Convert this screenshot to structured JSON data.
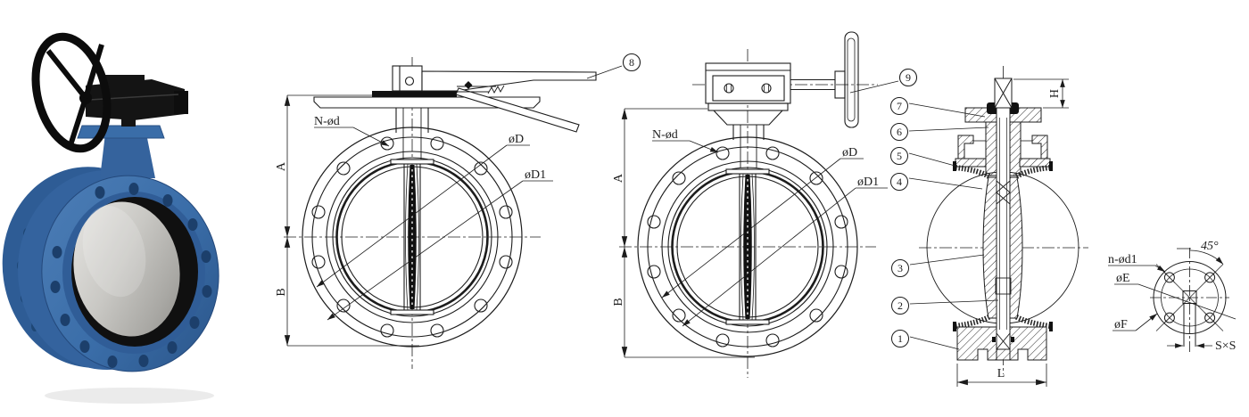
{
  "figure": {
    "background": "#ffffff",
    "line_color": "#1c1c1c"
  },
  "photo": {
    "subject": "flanged-butterfly-valve-with-gear-operator",
    "body_color": "#3a6da8",
    "body_color_dark": "#2e5c95",
    "flange_ring_color": "#305d97",
    "seat_color": "#101010",
    "disc_light": "#e8e7e4",
    "disc_dark": "#8e8d89",
    "actuator_color": "#141414"
  },
  "front_view_lever": {
    "balloon": "8",
    "label_bolt_holes": "N-ød",
    "label_d": "øD",
    "label_d1": "øD1",
    "dim_a": "A",
    "dim_b": "B"
  },
  "front_view_gear": {
    "balloon": "9",
    "label_bolt_holes": "N-ød",
    "label_d": "øD",
    "label_d1": "øD1",
    "dim_a": "A",
    "dim_b": "B"
  },
  "section_view": {
    "balloon_1": "1",
    "balloon_2": "2",
    "balloon_3": "3",
    "balloon_4": "4",
    "balloon_5": "5",
    "balloon_6": "6",
    "balloon_7": "7",
    "dim_h": "H",
    "dim_l": "L"
  },
  "flange_detail": {
    "label_bolt_holes": "n-ød1",
    "label_e": "øE",
    "label_f": "øF",
    "label_angle": "45°",
    "label_square": "S×S"
  }
}
